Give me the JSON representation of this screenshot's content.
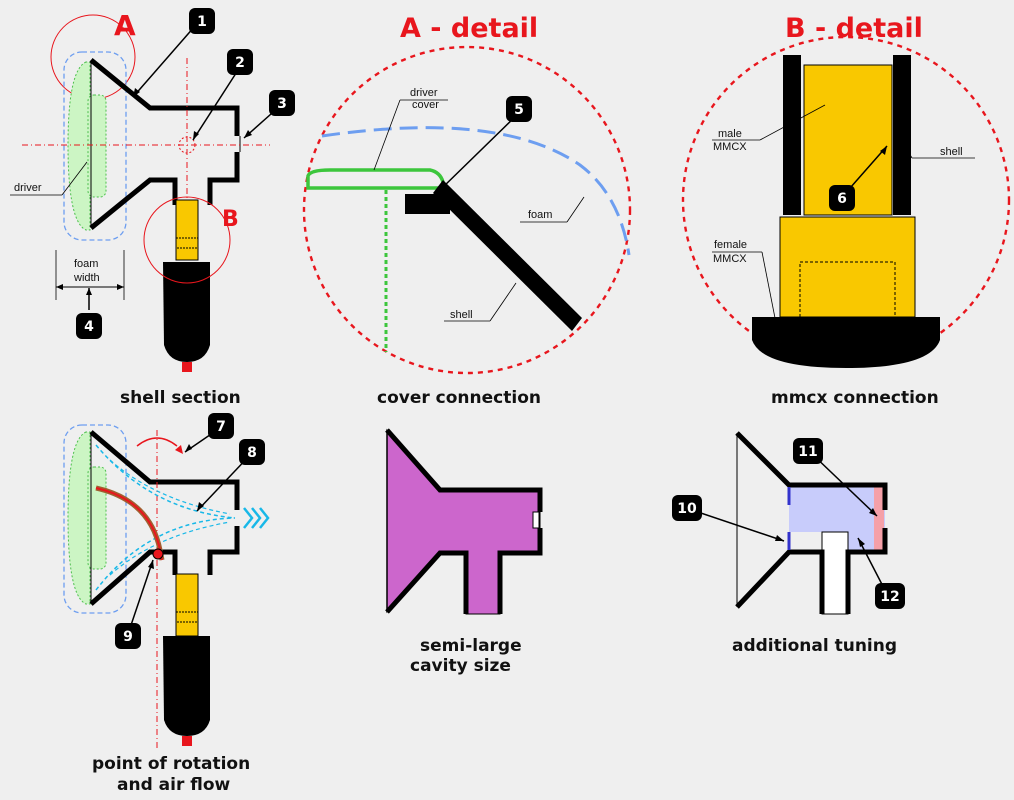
{
  "headings": {
    "a": "A",
    "b": "B",
    "a_detail": "A - detail",
    "b_detail": "B - detail"
  },
  "captions": {
    "shell_section": "shell section",
    "cover_connection": "cover connection",
    "mmcx_connection": "mmcx connection",
    "rotation_1": "point of rotation",
    "rotation_2": "and air flow",
    "cavity_1": "semi-large",
    "cavity_2": "cavity size",
    "tuning": "additional tuning"
  },
  "labels": {
    "driver": "driver",
    "foam_1": "foam",
    "foam_2": "width",
    "driver_cover_1": "driver",
    "driver_cover_2": "cover",
    "foam": "foam",
    "shell": "shell",
    "male_1": "male",
    "male_2": "MMCX",
    "female_1": "female",
    "female_2": "MMCX",
    "shell_b": "shell"
  },
  "badges": [
    "1",
    "2",
    "3",
    "4",
    "5",
    "6",
    "7",
    "8",
    "9",
    "10",
    "11",
    "12"
  ],
  "colors": {
    "red": "#e8161d",
    "driver_green": "#ccf5c4",
    "dashed_blue": "#6d9ef0",
    "connector_yellow": "#f9c800",
    "cavity_purple": "#cc66cc",
    "tuning_lavender": "#c8ccfb",
    "airflow_cyan": "#18b8e8",
    "cable_brown": "#a06030"
  }
}
